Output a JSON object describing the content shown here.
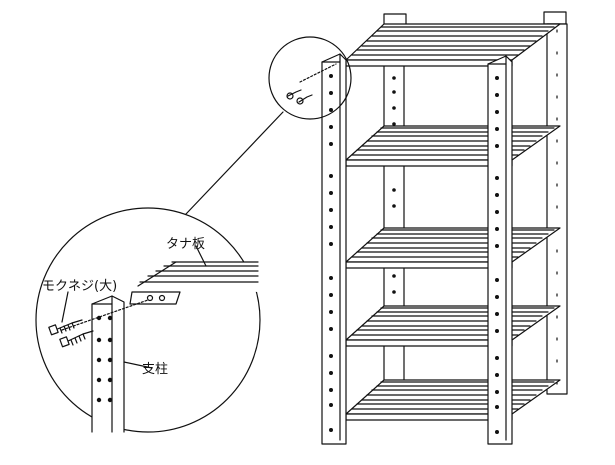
{
  "labels": {
    "shelf_board": "タナ板",
    "wood_screw": "モクネジ(大)",
    "post": "支柱"
  },
  "colors": {
    "line": "#111111",
    "background": "#ffffff"
  }
}
